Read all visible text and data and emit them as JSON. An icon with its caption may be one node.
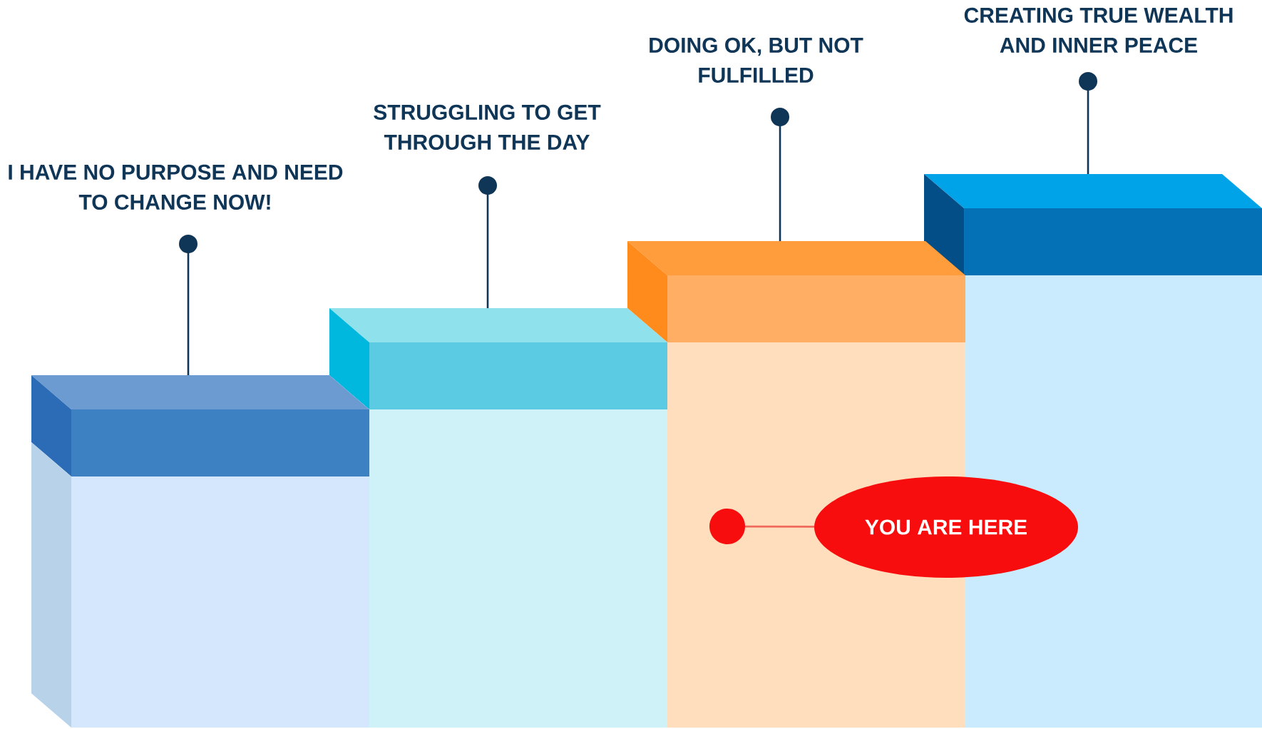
{
  "diagram": {
    "nodes": [
      {
        "text": [
          "I HAVE NO PURPOSE AND NEED TO CHANGE NOW!"
        ]
      },
      {
        "text": [
          "STRUGGLING TO GET THROUGH THE DAY"
        ]
      },
      {
        "text": [
          "DOING OK, BUT NOT FULFILLED"
        ]
      },
      {
        "text": [
          "CREATING TRUE WEALTH AND INNER PEACE"
        ]
      },
      {
        "text": [],
        "shape": "box"
      },
      {
        "text": [],
        "shape": "box"
      },
      {
        "text": [],
        "shape": "box"
      },
      {
        "text": [],
        "shape": "box"
      },
      {
        "text": [],
        "shape": "circle",
        "in": 6
      },
      {
        "text": [
          "YOU ARE HERE"
        ]
      }
    ],
    "edges": [
      {
        "from": 0,
        "to": 4,
        "arrow": "other"
      },
      {
        "from": 1,
        "to": 5,
        "arrow": "other"
      },
      {
        "from": 2,
        "to": 6,
        "arrow": "other"
      },
      {
        "from": 3,
        "to": 7,
        "arrow": "other"
      },
      {
        "from": 8,
        "to": 9,
        "arrow": "none",
        "color": "#f0695a"
      }
    ]
  }
}
